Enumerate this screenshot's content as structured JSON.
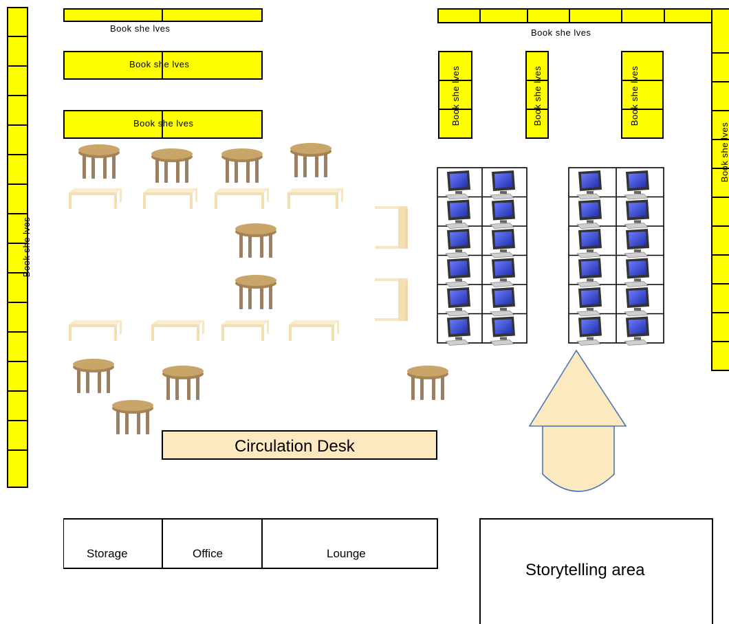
{
  "labels": {
    "bookshelves_top_left": "Book she lves",
    "bookshelves_mid_left_1": "Book she lves",
    "bookshelves_mid_left_2": "Book she lves",
    "bookshelves_top_right": "Book she lves",
    "bookshelves_left_wall": "Book she lves",
    "bookshelves_right_wall": "Book she lves",
    "bookshelves_column_1": "Book she lves",
    "bookshelves_column_2": "Book she lves",
    "bookshelves_column_3": "Book she lves",
    "circulation_desk": "Circulation Desk",
    "storage": "Storage",
    "office": "Office",
    "lounge": "Lounge",
    "storytelling_area": "Storytelling area"
  },
  "colors": {
    "shelf": "#ffff00",
    "desk": "#fde9c0",
    "arrow": "#fde9c0",
    "table": "#c9a56a",
    "table_leg": "#9a7f62",
    "low_table": "#f2dfb4",
    "monitor": "#1f2fa8"
  },
  "icons": {
    "round_table": "round-table-icon",
    "low_table": "low-table-icon",
    "computer": "computer-icon",
    "arrow": "up-arrow-shape"
  }
}
